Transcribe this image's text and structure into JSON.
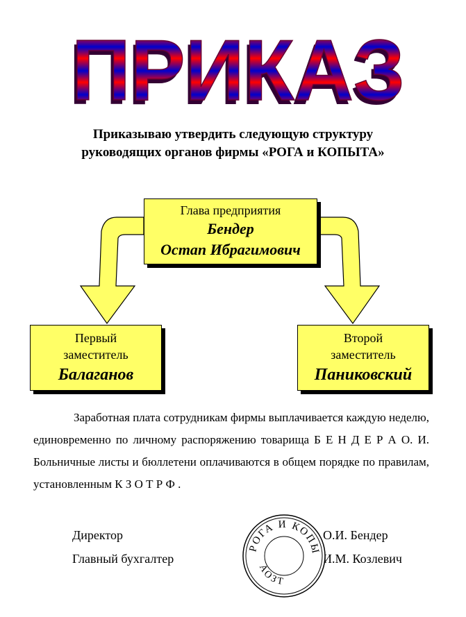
{
  "title": {
    "text": "ПРИКАЗ",
    "colors": {
      "top": "#ff0000",
      "bottom": "#0000cc",
      "shadow": "#330033"
    }
  },
  "heading": {
    "line1": "Приказываю утвердить следующую структуру",
    "line2": "руководящих органов фирмы «РОГА и КОПЫТА»"
  },
  "org_chart": {
    "head": {
      "role": "Глава предприятия",
      "surname": "Бендер",
      "name": "Остап Ибрагимович"
    },
    "first_deputy": {
      "role_line1": "Первый",
      "role_line2": "заместитель",
      "name": "Балаганов"
    },
    "second_deputy": {
      "role_line1": "Второй",
      "role_line2": "заместитель",
      "name": "Паниковский"
    },
    "box_color": "#ffff66"
  },
  "body_text": "Заработная плата сотрудникам фирмы выплачивается каждую неделю, единовременно по личному распоряжению товарища Б Е Н Д Е Р А  О. И. Больничные листы и бюллетени оплачиваются в общем порядке по правилам, установленным  К З О Т    Р Ф .",
  "signatures": [
    {
      "role": "Директор",
      "name": "О.И. Бендер"
    },
    {
      "role": "Главный бухгалтер",
      "name": "И.М. Козлевич"
    }
  ],
  "stamp": {
    "text": "РОГА И КОПЫТА",
    "bottom_text": "АОЗТ"
  }
}
